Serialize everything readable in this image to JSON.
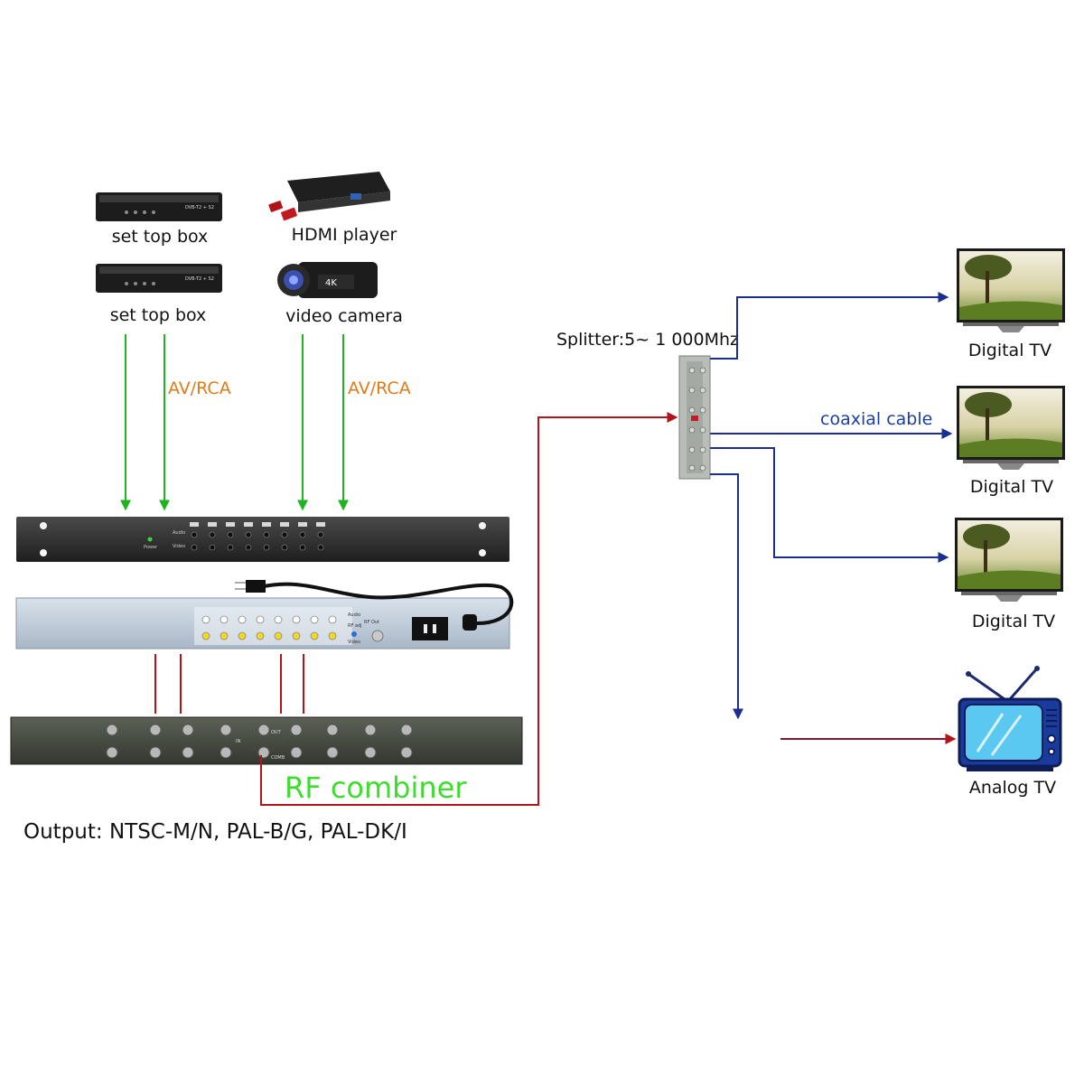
{
  "sources": {
    "stb1": "set top box",
    "stb2": "set top box",
    "hdmi": "HDMI player",
    "camera": "video camera",
    "av_left": "AV/RCA",
    "av_right": "AV/RCA",
    "stb_badge": "DVB-T2 + S2",
    "camera_badge": "4K"
  },
  "modulator": {
    "audio": "Audio",
    "video": "Video",
    "power": "Power",
    "rear_audio": "Audio",
    "rear_video": "Video",
    "rear_rf_adj": "RF adj",
    "rear_rf_out": "RF Out"
  },
  "combiner": {
    "title": "RF combiner",
    "out_label": "OUT",
    "in_label": "IN",
    "comb_label": "COMB"
  },
  "output_formats": "Output: NTSC-M/N, PAL-B/G, PAL-DK/I",
  "splitter": {
    "label": "Splitter:5~ 1 000Mhz",
    "cable": "coaxial cable"
  },
  "tvs": {
    "digital1": "Digital TV",
    "digital2": "Digital TV",
    "digital3": "Digital TV",
    "analog": "Analog TV"
  },
  "colors": {
    "green_line": "#1fb31f",
    "red_line": "#b3141a",
    "blue_line": "#1a2f8f",
    "orange_text": "#e07b1a",
    "rf_green": "#3ddc2e"
  }
}
